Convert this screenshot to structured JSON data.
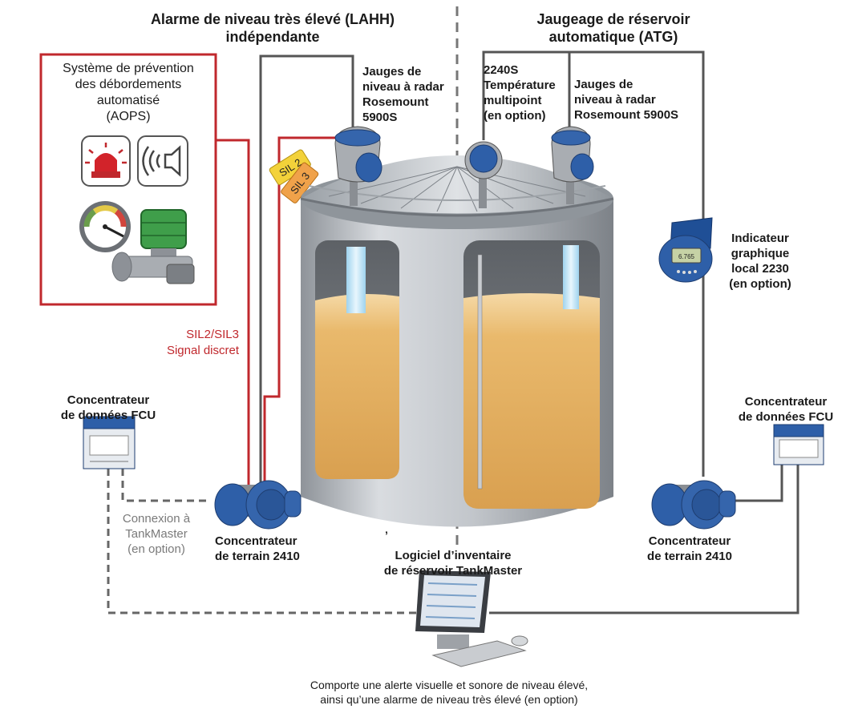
{
  "titles": {
    "left": "Alarme de niveau très élevé (LAHH)\nindépendante",
    "right": "Jaugeage de réservoir\nautomatique (ATG)"
  },
  "aops": {
    "title": "Système de prévention\ndes débordements\nautomatisé\n(AOPS)"
  },
  "sil_tags": [
    "SIL 2",
    "SIL 3"
  ],
  "gauge_left": "Jauges de\nniveau à radar\nRosemount\n5900S",
  "temp_multipoint": "2240S\nTempérature\nmultipoint\n(en option)",
  "gauge_right": "Jauges de\nniveau à radar\nRosemount 5900S",
  "local_display": "Indicateur\ngraphique\nlocal 2230\n(en option)",
  "display_reading": "6.765",
  "sil_signal": "SIL2/SIL3\nSignal discret",
  "fcu_left": "Concentrateur\nde données FCU",
  "fcu_right": "Concentrateur\nde données FCU",
  "tankmaster_connection": "Connexion à\nTankMaster\n(en option)",
  "field_hub_left": "Concentrateur\nde terrain 2410",
  "field_hub_right": "Concentrateur\nde terrain 2410",
  "stray_mark": "’",
  "software": "Logiciel d’inventaire\nde réservoir TankMaster",
  "footer": "Comporte une alerte visuelle et sonore de niveau élevé,\nainsi qu’une alarme de niveau très élevé (en option)",
  "colors": {
    "sil_wire": "#c0282d",
    "dark_wire": "#555555",
    "liquid": "#e8b86a",
    "tank_metal": "#b8bcc2",
    "device_blue": "#2e5fa8"
  }
}
